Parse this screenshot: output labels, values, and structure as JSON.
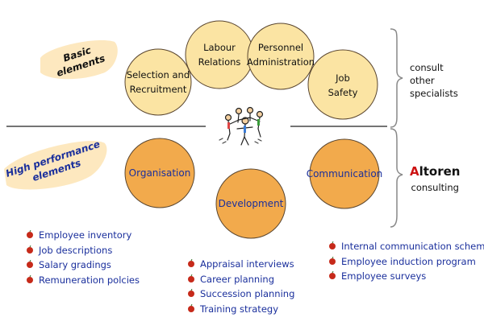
{
  "basic_label": [
    "Basic",
    "elements"
  ],
  "hp_label": [
    "High performance",
    "elements"
  ],
  "basic_circles": [
    {
      "lines": [
        "Selection and",
        "Recruitment"
      ]
    },
    {
      "lines": [
        "Labour",
        "Relations"
      ]
    },
    {
      "lines": [
        "Personnel",
        "Administration"
      ]
    },
    {
      "lines": [
        "Job",
        "Safety"
      ]
    }
  ],
  "hp_circles": [
    {
      "label": "Organisation"
    },
    {
      "label": "Development"
    },
    {
      "label": "Communication"
    }
  ],
  "consult_text": [
    "consult",
    "other",
    "specialists"
  ],
  "brand": {
    "first_letter": "A",
    "rest": "ltoren",
    "sub": "consulting"
  },
  "list_left": [
    "Employee inventory",
    "Job descriptions",
    "Salary gradings",
    "Remuneration polcies"
  ],
  "list_middle": [
    "Appraisal interviews",
    "Career planning",
    "Succession planning",
    "Training strategy"
  ],
  "list_right": [
    "Internal communication scheme",
    "Employee induction program",
    "Employee surveys"
  ],
  "colors": {
    "basic_circle_fill": "#fbe4a3",
    "hp_circle_fill": "#f2aa4c",
    "circle_stroke": "#5a4630",
    "hp_text": "#1a2f9c",
    "apple_red": "#c62a1a"
  },
  "icons": [
    "people-circle-icon",
    "apple-bullet-icon",
    "bracket-icon"
  ]
}
